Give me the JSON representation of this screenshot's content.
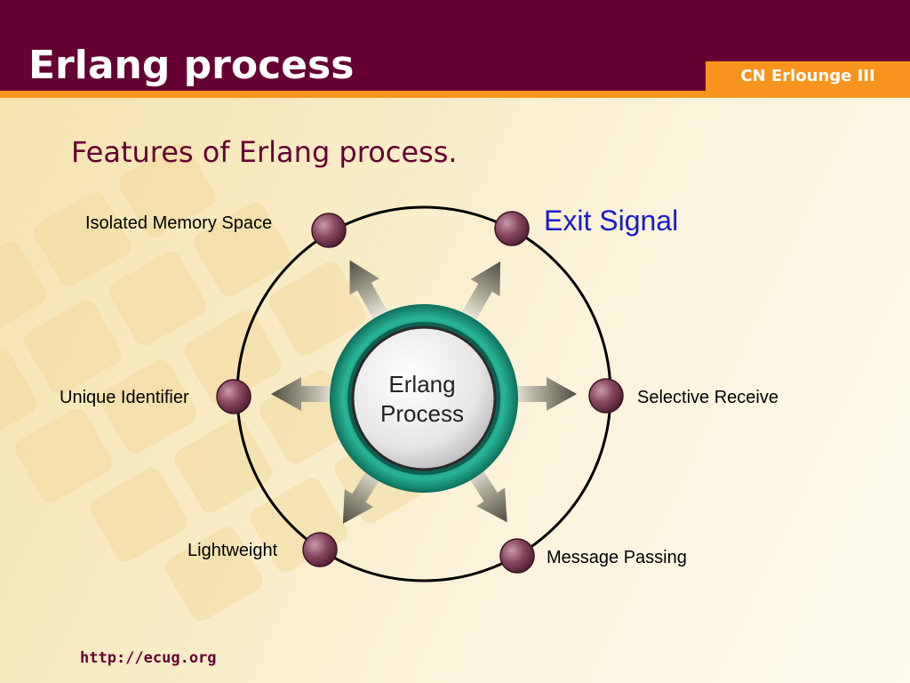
{
  "header": {
    "title": "Erlang process",
    "badge": "CN Erlounge III"
  },
  "subtitle": "Features of Erlang process.",
  "diagram": {
    "center": {
      "line1": "Erlang",
      "line2": "Process"
    },
    "features": {
      "isolated_memory": "Isolated Memory Space",
      "exit_signal": "Exit Signal",
      "unique_identifier": "Unique Identifier",
      "selective_receive": "Selective Receive",
      "lightweight": "Lightweight",
      "message_passing": "Message Passing"
    }
  },
  "footer": {
    "url": "http://ecug.org"
  },
  "colors": {
    "brand": "#650032",
    "accent": "#f7941d",
    "ring": "#1aa088",
    "node": "#7a3a52",
    "exit_text": "#1a1acc"
  }
}
